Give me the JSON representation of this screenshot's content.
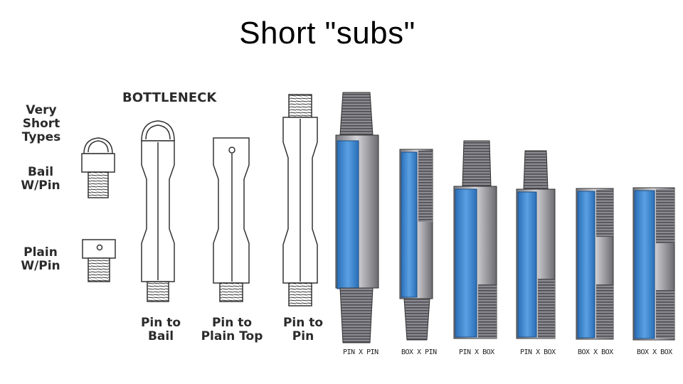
{
  "slide": {
    "title": "Short \"subs\""
  },
  "labels": {
    "very_short_types": "Very Short Types",
    "bottleneck": "BOTTLENECK",
    "bail_w_pin": "Bail W/Pin",
    "plain_w_pin": "Plain W/Pin",
    "pin_to_bail": "Pin to Bail",
    "pin_to_plain_top": "Pin to Plain Top",
    "pin_to_pin": "Pin to Pin"
  },
  "connection_labels": [
    "PIN X PIN",
    "BOX X PIN",
    "PIN X BOX",
    "PIN X BOX",
    "BOX X BOX",
    "BOX X BOX"
  ],
  "colors": {
    "steel_blue": "#3a7fc8",
    "thread_gray": "#7a7a80",
    "outline": "#333333"
  }
}
